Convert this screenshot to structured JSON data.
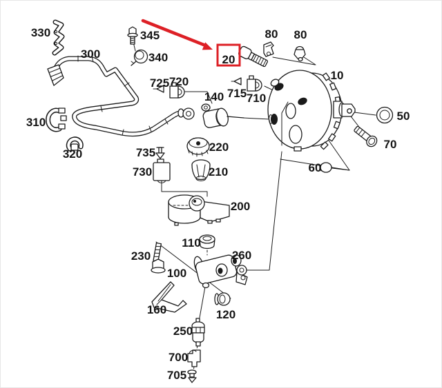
{
  "diagram": {
    "description": "exploded parts diagram of brake booster, master cylinder and reservoir",
    "background_color": "#ffffff",
    "line_color": "#1a1a1a",
    "highlight_color": "#dd2026",
    "highlighted_part": "20"
  },
  "labels": [
    {
      "text": "330"
    },
    {
      "text": "300"
    },
    {
      "text": "345"
    },
    {
      "text": "340"
    },
    {
      "text": "20"
    },
    {
      "text": "80"
    },
    {
      "text": "80"
    },
    {
      "text": "10"
    },
    {
      "text": "725"
    },
    {
      "text": "720"
    },
    {
      "text": "715"
    },
    {
      "text": "710"
    },
    {
      "text": "140"
    },
    {
      "text": "50"
    },
    {
      "text": "70"
    },
    {
      "text": "60"
    },
    {
      "text": "310"
    },
    {
      "text": "320"
    },
    {
      "text": "735"
    },
    {
      "text": "730"
    },
    {
      "text": "220"
    },
    {
      "text": "210"
    },
    {
      "text": "200"
    },
    {
      "text": "110"
    },
    {
      "text": "230"
    },
    {
      "text": "100"
    },
    {
      "text": "260"
    },
    {
      "text": "160"
    },
    {
      "text": "120"
    },
    {
      "text": "250"
    },
    {
      "text": "700"
    },
    {
      "text": "705"
    }
  ]
}
